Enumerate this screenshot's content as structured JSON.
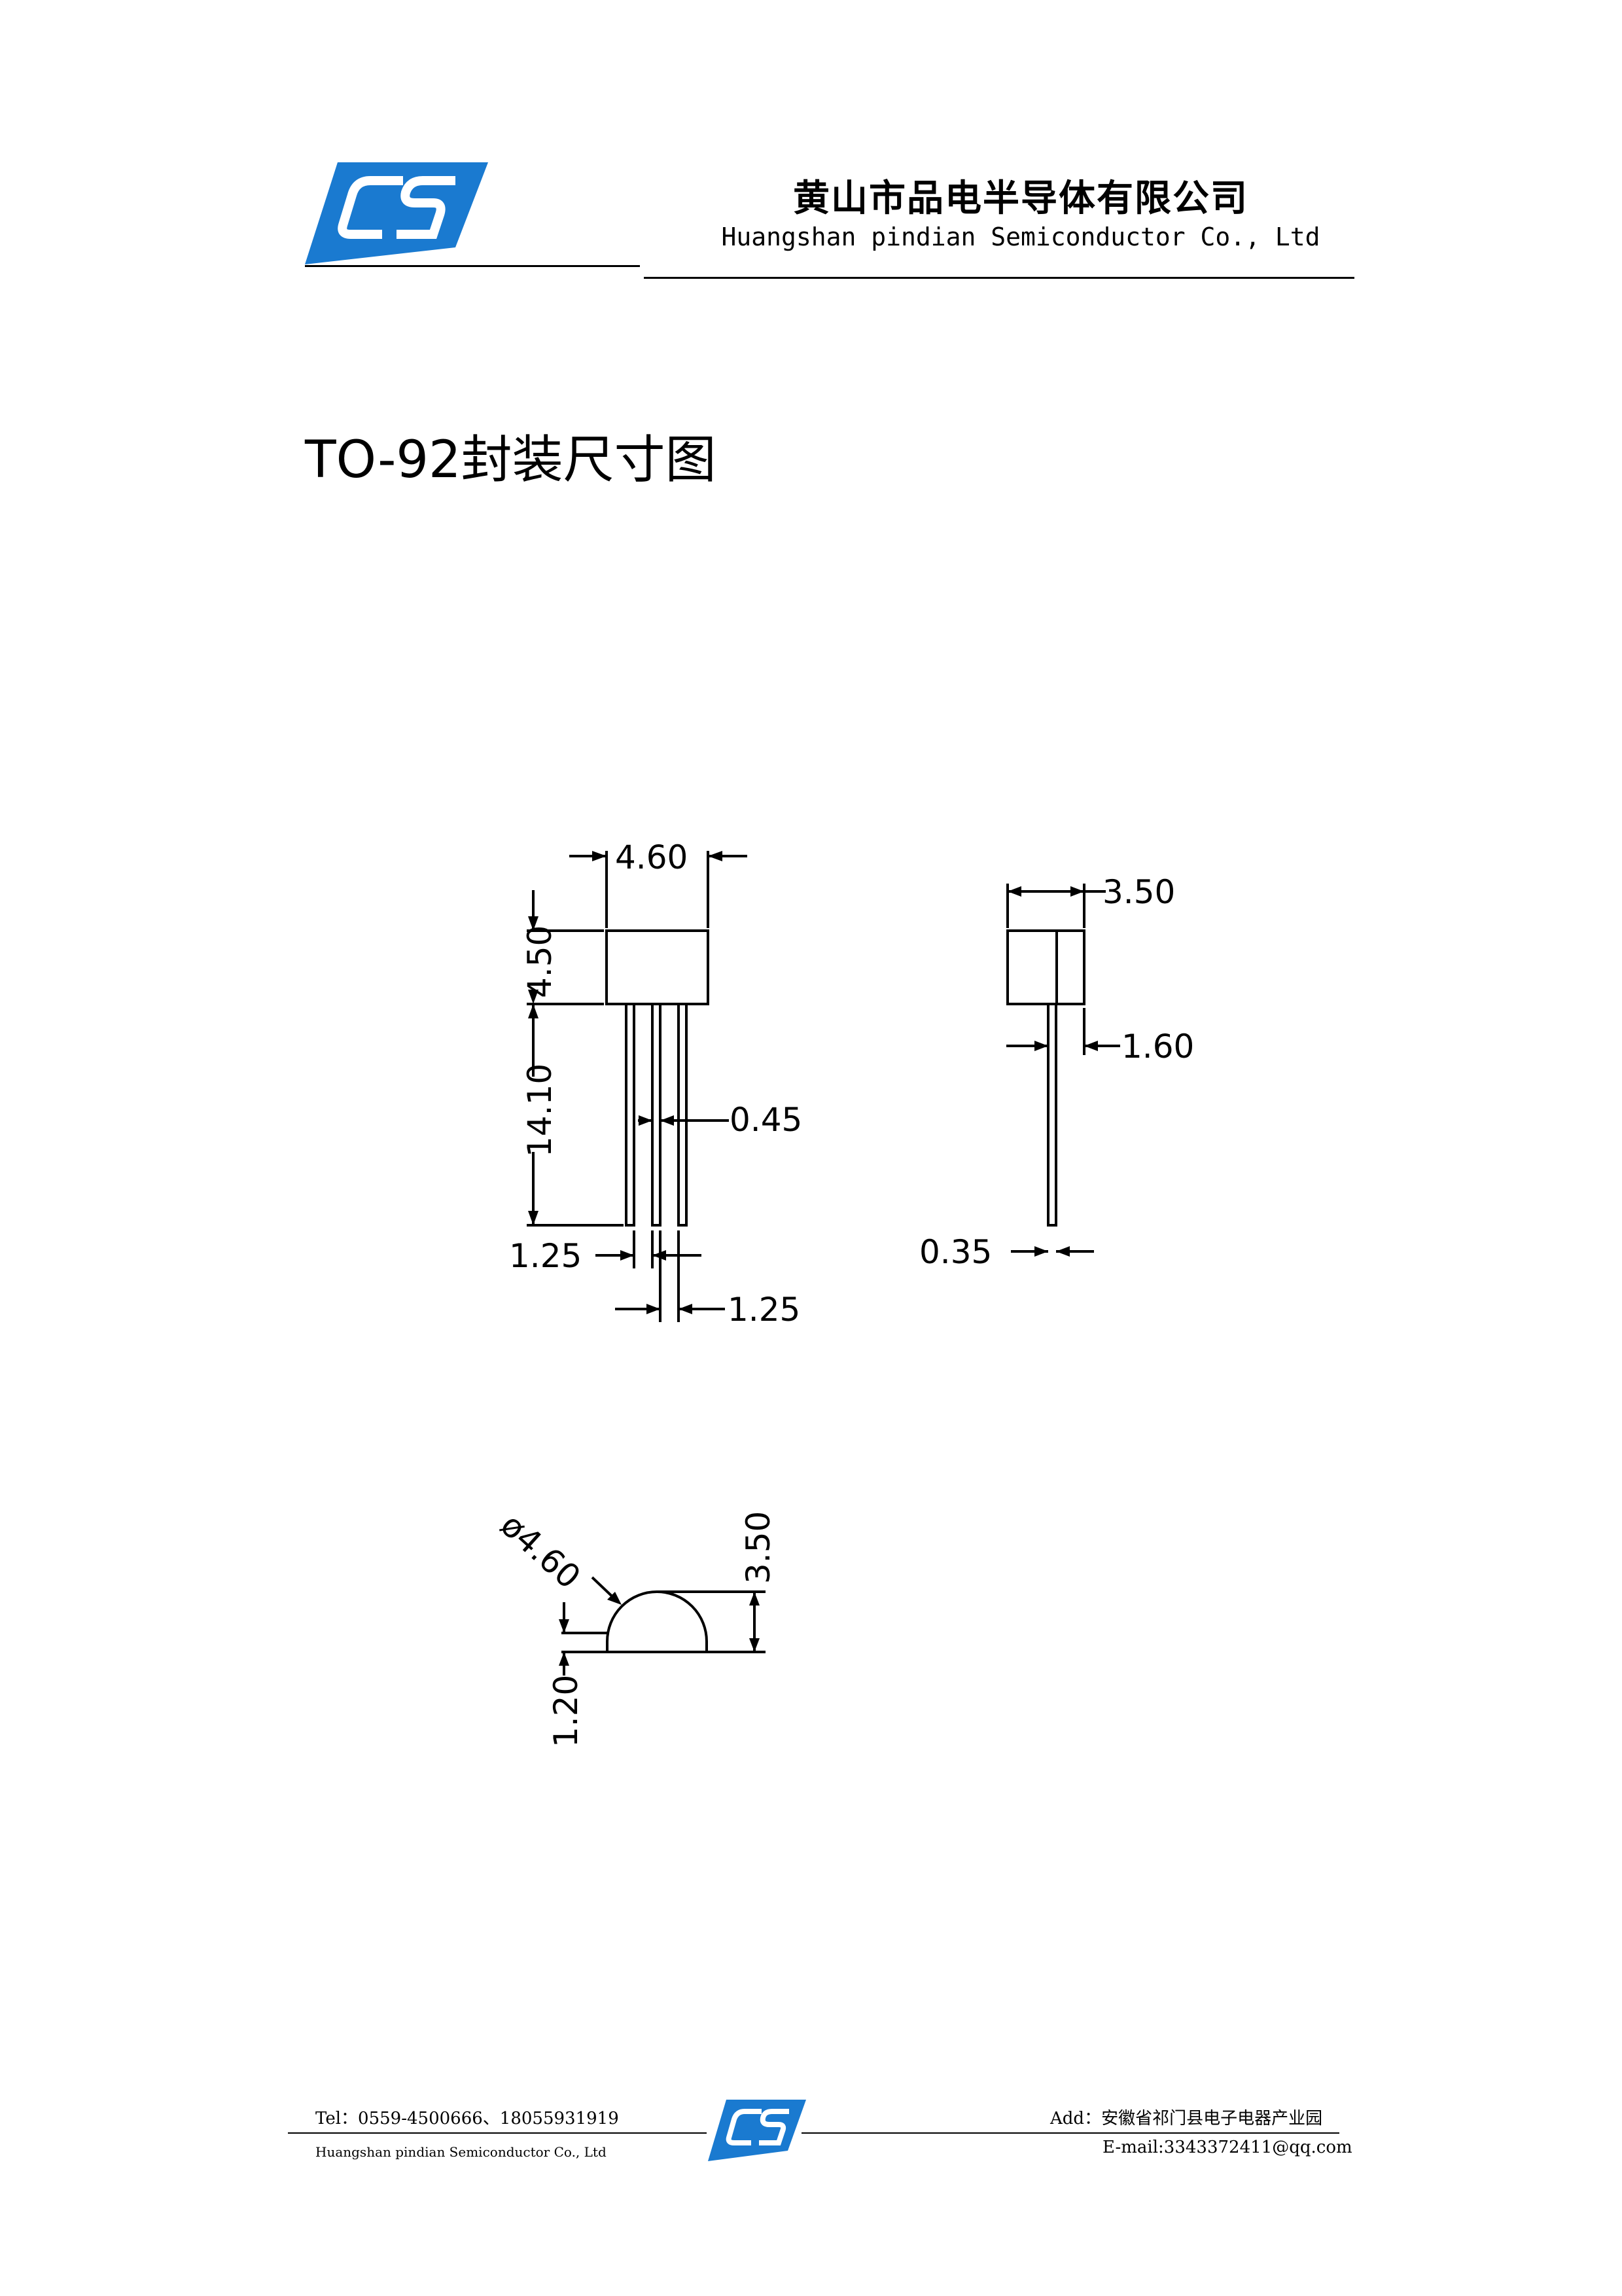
{
  "header": {
    "company_cn": "黄山市品电半导体有限公司",
    "company_en": "Huangshan pindian Semiconductor Co., Ltd",
    "logo_icon": "company-logo-icon",
    "brand_color": "#1a7ad0"
  },
  "title": "TO-92封装尺寸图",
  "drawing": {
    "front_view": {
      "body_width": "4.60",
      "body_height": "4.50",
      "lead_length": "14.10",
      "lead_width": "0.45",
      "pitch_left": "1.25",
      "pitch_right": "1.25"
    },
    "side_view": {
      "body_depth": "3.50",
      "lead_offset": "1.60",
      "lead_thickness": "0.35"
    },
    "bottom_view": {
      "diameter": "ø4.60",
      "height": "3.50",
      "flat_height": "1.20"
    }
  },
  "footer": {
    "tel": "Tel：0559-4500666、18055931919",
    "company_en": "Huangshan pindian Semiconductor Co., Ltd",
    "address": "Add：安徽省祁门县电子电器产业园",
    "email": "E-mail:3343372411@qq.com"
  }
}
